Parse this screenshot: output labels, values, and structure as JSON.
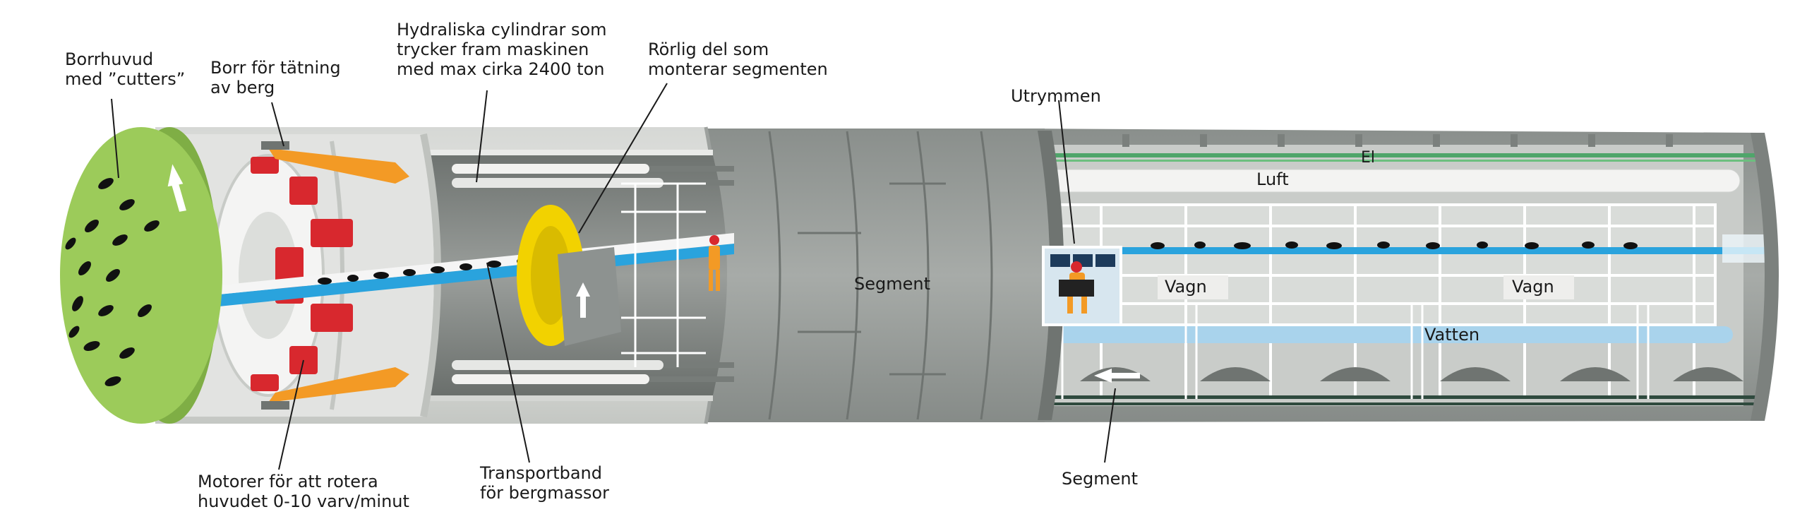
{
  "labels": {
    "borrhuvud": "Borrhuvud\nmed ”cutters”",
    "borr": "Borr för tätning\nav berg",
    "hydraliska": "Hydraliska cylindrar som\ntrycker fram maskinen\nmed max cirka 2400 ton",
    "rorlig": "Rörlig del som\nmonterar segmenten",
    "utrymmen": "Utrymmen",
    "segment_mid": "Segment",
    "motorer": "Motorer för att rotera\nhuvudet 0-10 varv/minut",
    "transportband": "Transportband\nför bergmassor",
    "segment_bottom": "Segment"
  },
  "tunnel_labels": {
    "el": "El",
    "luft": "Luft",
    "vagn_1": "Vagn",
    "vagn_2": "Vagn",
    "vatten": "Vatten"
  },
  "colors": {
    "cutterhead_green": "#9ccb5a",
    "motor_red": "#d8282e",
    "conveyor_blue": "#2aa3dd",
    "segment_ring_yellow": "#f2d200",
    "orange": "#f39a25",
    "shell_grey": "#b9bcb8",
    "tunnel_grey": "#8f9491",
    "water_pipe": "#a9d3ec",
    "el_cable": "#4fa56a"
  },
  "icons": [
    "person-icon",
    "operator-icon",
    "rotation-arrow-icon",
    "direction-arrow-icon"
  ]
}
